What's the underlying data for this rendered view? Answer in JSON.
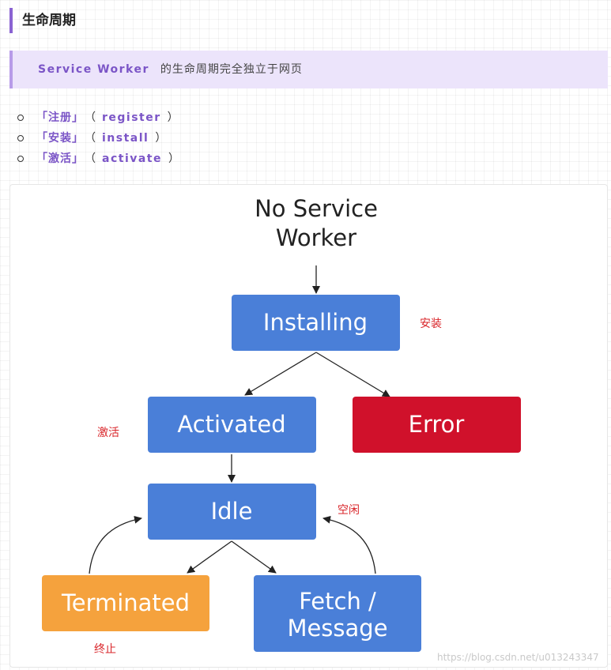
{
  "heading": {
    "title": "生命周期"
  },
  "intro": {
    "term": "Service Worker",
    "text": "的生命周期完全独立于网页"
  },
  "lifecycle_steps": [
    {
      "cn": "「注册」",
      "open": "（",
      "en": "register",
      "close": "）"
    },
    {
      "cn": "「安装」",
      "open": "（",
      "en": "install",
      "close": "）"
    },
    {
      "cn": "「激活」",
      "open": "（",
      "en": "activate",
      "close": "）"
    }
  ],
  "diagram": {
    "start": {
      "line1": "No Service",
      "line2": "Worker"
    },
    "states": {
      "installing": "Installing",
      "activated": "Activated",
      "error": "Error",
      "idle": "Idle",
      "terminated": "Terminated",
      "fetch_line1": "Fetch /",
      "fetch_line2": "Message"
    },
    "annotations": {
      "install": "安装",
      "activate": "激活",
      "idle": "空闲",
      "terminate": "终止"
    },
    "watermark": "https://blog.csdn.net/u013243347",
    "colors": {
      "blue": "#4a7fd8",
      "red": "#d0112b",
      "orange": "#f5a23d",
      "annotation": "#d9252a",
      "accent": "#7b55c7"
    }
  }
}
